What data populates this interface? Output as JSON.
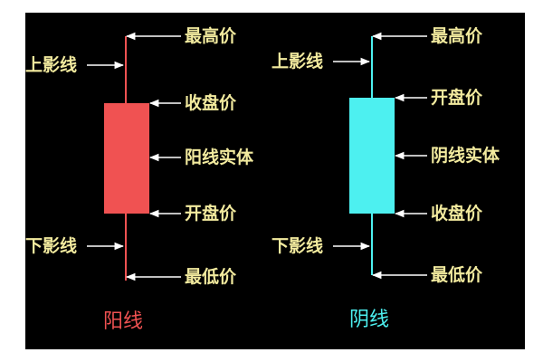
{
  "colors": {
    "background": "#000000",
    "label": "#f2ea9e",
    "arrow": "#ffffff",
    "bullish": "#f05252",
    "bearish": "#4df0f0"
  },
  "bullish": {
    "title": "阳线",
    "upper_shadow": "上影线",
    "high": "最高价",
    "close": "收盘价",
    "body": "阳线实体",
    "open": "开盘价",
    "lower_shadow": "下影线",
    "low": "最低价"
  },
  "bearish": {
    "title": "阴线",
    "upper_shadow": "上影线",
    "high": "最高价",
    "open": "开盘价",
    "body": "阴线实体",
    "close": "收盘价",
    "lower_shadow": "下影线",
    "low": "最低价"
  }
}
